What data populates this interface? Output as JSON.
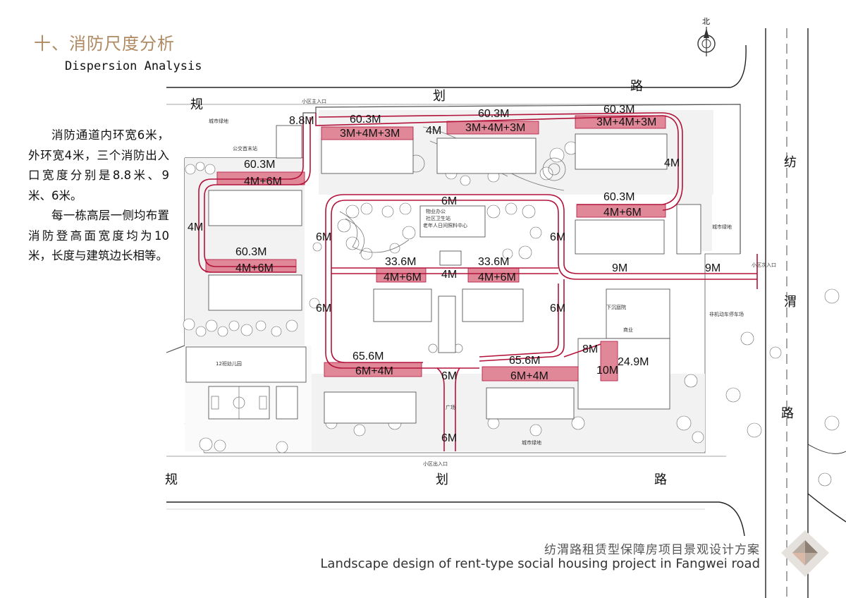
{
  "header": {
    "title": "十、消防尺度分析",
    "subtitle": "Dispersion Analysis"
  },
  "description": {
    "p1": "消防通道内环宽6米，外环宽4米，三个消防出入口宽度分别是8.8米、9米、6米。",
    "p2": "每一栋高层一侧均布置消防登高面宽度均为10米，长度与建筑边长相等。"
  },
  "roads": {
    "north": [
      "规",
      "划",
      "路"
    ],
    "south": [
      "规",
      "划",
      "路"
    ],
    "east": [
      "纺",
      "渭",
      "路"
    ]
  },
  "compass": {
    "label": "北"
  },
  "dimensions": {
    "entry_north": "8.8M",
    "n1_len": "60.3M",
    "n1_w": "3M+4M+3M",
    "n2_len": "60.3M",
    "n2_w": "3M+4M+3M",
    "n3_len": "60.3M",
    "n3_w": "3M+4M+3M",
    "outer_n": "4M",
    "w1_len": "60.3M",
    "w1_w": "4M+6M",
    "outer_w": "4M",
    "w2_len": "60.3M",
    "w2_w": "4M+6M",
    "outer_e": "4M",
    "e1_len": "60.3M",
    "e1_w": "4M+6M",
    "inner_n": "6M",
    "inner_w1": "6M",
    "inner_e1": "6M",
    "c1_len": "33.6M",
    "c1_w": "4M+6M",
    "c_mid": "4M",
    "c2_len": "33.6M",
    "c2_w": "4M+6M",
    "east_entry_a": "9M",
    "east_entry_b": "9M",
    "inner_w2": "6M",
    "inner_e2": "6M",
    "s1_len": "65.6M",
    "s1_w": "6M+4M",
    "s_mid": "6M",
    "s2_len": "65.6M",
    "s2_w": "6M+4M",
    "se_a": "8M",
    "se_b": "10M",
    "se_len": "24.9M",
    "entry_south": "6M"
  },
  "labels": {
    "gate_north": "小区主入口",
    "gate_south": "小区出入口",
    "gate_east": "小区次入口",
    "green_city": "城市绿地",
    "bus": "公交首末站",
    "kindergarten": "12班幼儿园",
    "property": "物业办公",
    "community": "社区卫生站",
    "elderly": "老年人日间照料中心",
    "commercial": "商业",
    "underground": "下沉庭院",
    "square": "广场",
    "parking": "非机动车停车场"
  },
  "footer": {
    "cn": "纺渭路租赁型保障房项目景观设计方案",
    "en": "Landscape design of rent-type social housing project in Fangwei road"
  },
  "colors": {
    "route": "#b3133a",
    "fill": "#e08898",
    "title": "#b08a63"
  }
}
